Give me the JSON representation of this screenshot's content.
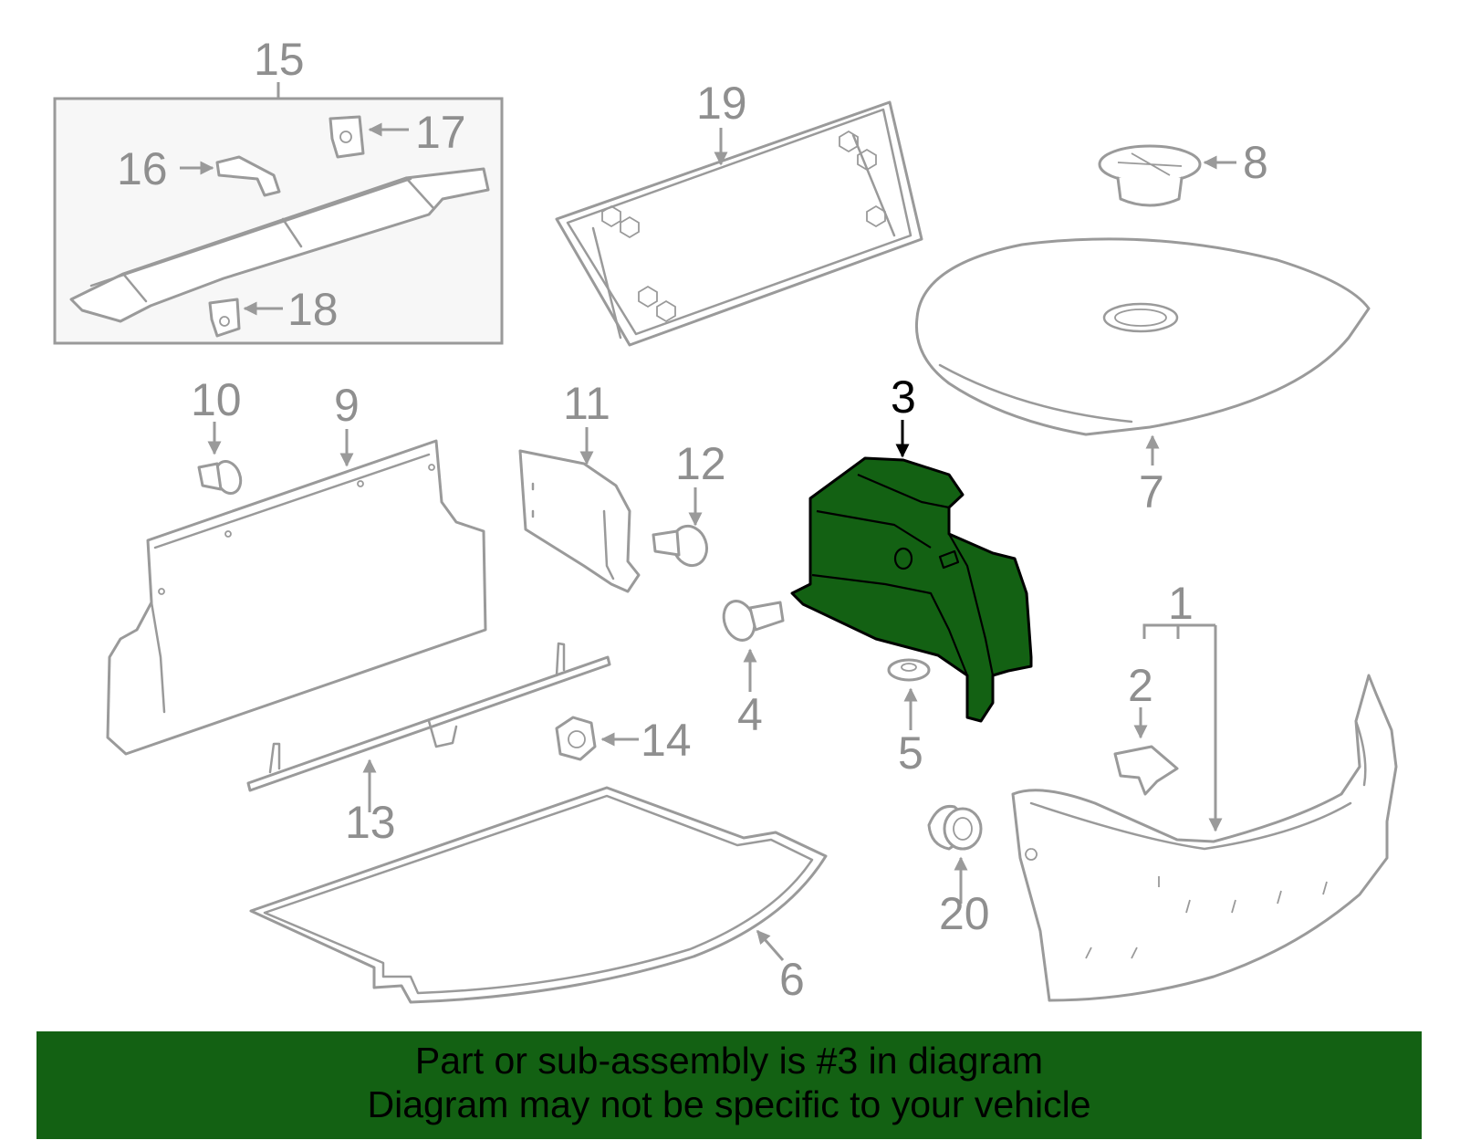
{
  "diagram": {
    "highlighted_part": "3",
    "callouts": {
      "c1": "1",
      "c2": "2",
      "c3": "3",
      "c4": "4",
      "c5": "5",
      "c6": "6",
      "c7": "7",
      "c8": "8",
      "c9": "9",
      "c10": "10",
      "c11": "11",
      "c12": "12",
      "c13": "13",
      "c14": "14",
      "c15": "15",
      "c16": "16",
      "c17": "17",
      "c18": "18",
      "c19": "19",
      "c20": "20"
    },
    "colors": {
      "highlight": "#136113",
      "line": "#9a9a9a",
      "label": "#8f8f8f"
    }
  },
  "banner": {
    "line1": "Part or sub-assembly is #3 in diagram",
    "line2": "Diagram may not be specific to your vehicle"
  }
}
